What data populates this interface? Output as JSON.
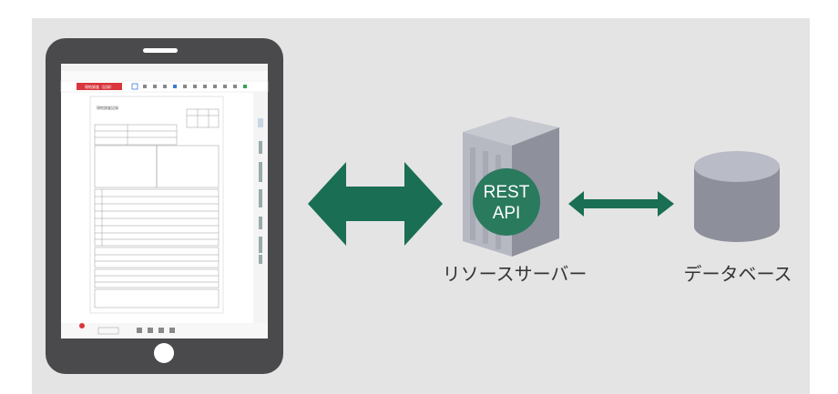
{
  "diagram": {
    "api_label_line1": "REST",
    "api_label_line2": "API",
    "server_label": "リソースサーバー",
    "db_label": "データベース",
    "tablet_document_title": "現地調査記録",
    "tablet_tab_label": "現地調査（記録）",
    "colors": {
      "panel_bg": "#e4e4e4",
      "tablet_body": "#4a4a4c",
      "arrow": "#1a6e53",
      "api_circle": "#2a7a5e",
      "server": "#9a9ca8",
      "database": "#8d8f9b"
    }
  }
}
